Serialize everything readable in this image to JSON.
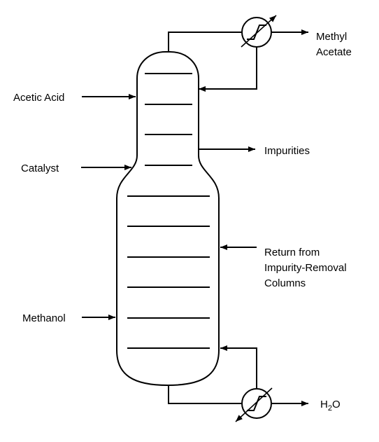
{
  "diagram": {
    "inputs": {
      "acetic_acid": "Acetic Acid",
      "catalyst": "Catalyst",
      "methanol": "Methanol"
    },
    "outputs": {
      "methyl": "Methyl",
      "acetate": "Acetate",
      "impurities": "Impurities",
      "water_main": "H",
      "water_sub": "2",
      "water_tail": "O"
    },
    "return_stream": {
      "line1": "Return from",
      "line2": "Impurity-Removal",
      "line3": "Columns"
    }
  }
}
